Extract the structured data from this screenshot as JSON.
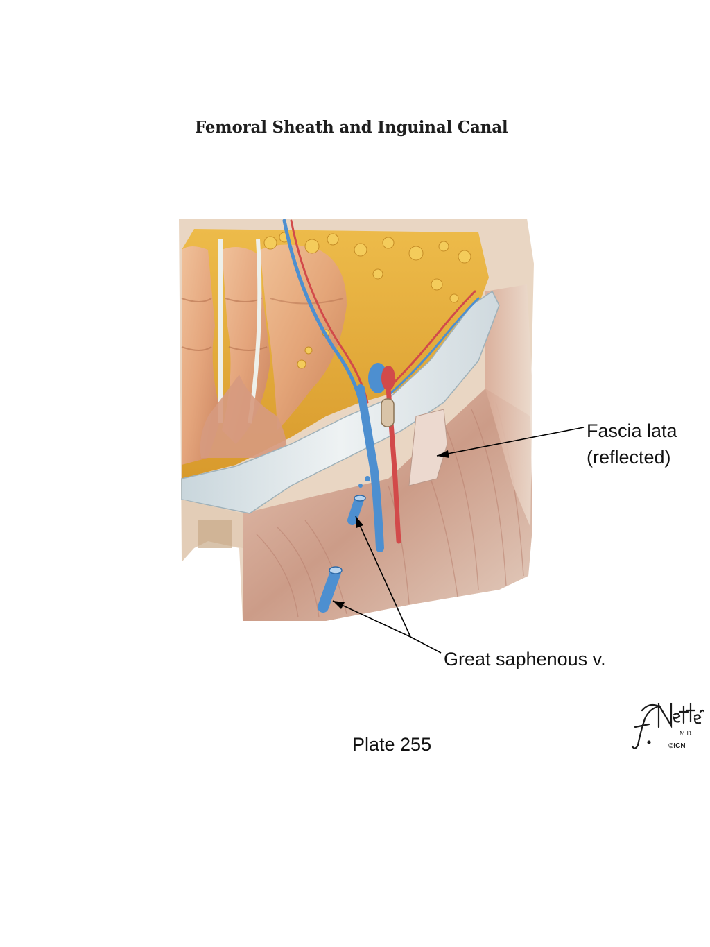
{
  "page_title": "Femoral Sheath and Inguinal Canal",
  "labels": {
    "fascia_lata_line1": "Fascia lata",
    "fascia_lata_line2": "(reflected)",
    "great_saphenous": "Great saphenous v."
  },
  "plate_caption": "Plate 255",
  "signature": {
    "text": "F. Netter M.D.",
    "mark": "©ICN"
  },
  "colors": {
    "fat": "#e9b238",
    "muscle": "#d99a72",
    "fascia": "#dfe7ea",
    "vein": "#4d8fd0",
    "artery": "#d24a4a",
    "skin_fascia": "#e8d2c0",
    "thigh_muscle": "#c99a86"
  }
}
